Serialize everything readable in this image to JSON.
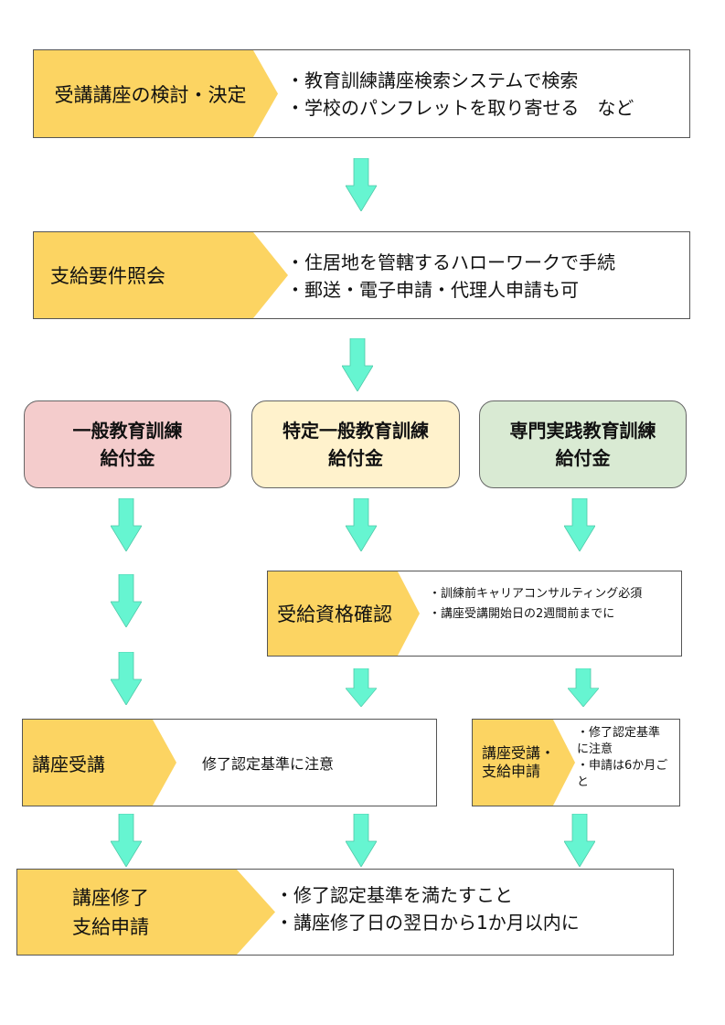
{
  "colors": {
    "label_fill": "#fcd462",
    "arrow_fill": "#66f5d1",
    "general_fill": "#f4cccc",
    "specific_fill": "#fff2cc",
    "specialized_fill": "#d9ead3"
  },
  "step1": {
    "label": "受講講座の検討・決定",
    "lines": [
      "・教育訓練講座検索システムで検索",
      "・学校のパンフレットを取り寄せる　など"
    ]
  },
  "step2": {
    "label": "支給要件照会",
    "lines": [
      "・住居地を管轄するハローワークで手続",
      "・郵送・電子申請・代理人申請も可"
    ]
  },
  "benefits": [
    {
      "line1": "一般教育訓練",
      "line2": "給付金"
    },
    {
      "line1": "特定一般教育訓練",
      "line2": "給付金"
    },
    {
      "line1": "専門実践教育訓練",
      "line2": "給付金"
    }
  ],
  "eligibility": {
    "label": "受給資格確認",
    "lines": [
      "・訓練前キャリアコンサルティング必須",
      "・講座受講開始日の2週間前までに"
    ]
  },
  "attend": {
    "label": "講座受講",
    "note": "修了認定基準に注意"
  },
  "attend_apply": {
    "label_line1": "講座受講・",
    "label_line2": "支給申請",
    "lines": [
      "・修了認定基準",
      "に注意",
      "・申請は6か月ご",
      "と"
    ]
  },
  "final": {
    "label_line1": "講座修了",
    "label_line2": "支給申請",
    "lines": [
      "・修了認定基準を満たすこと",
      "・講座修了日の翌日から1か月以内に"
    ]
  }
}
